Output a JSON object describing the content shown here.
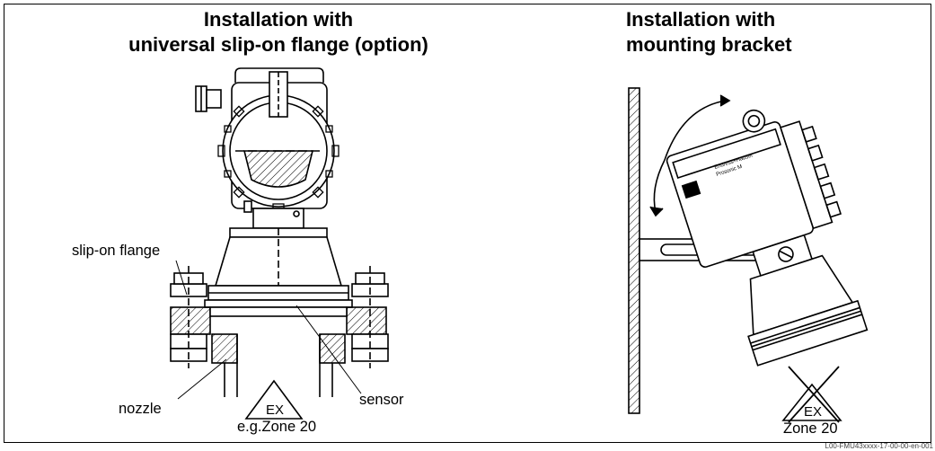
{
  "left": {
    "title_line1": "Installation with",
    "title_line2": "universal slip-on flange (option)",
    "labels": {
      "slip_on_flange": "slip-on flange",
      "nozzle": "nozzle",
      "sensor": "sensor",
      "zone": "e.g.Zone 20"
    },
    "ex_symbol": "EX"
  },
  "right": {
    "title_line1": "Installation with",
    "title_line2": "mounting bracket",
    "zone": "Zone 20",
    "ex_symbol": "EX",
    "device_brand": "Endress+Hauser",
    "device_model": "Prosonic M"
  },
  "reference_code": "L00-FMU43xxxx-17-00-00-en-001",
  "colors": {
    "line": "#000000",
    "hatch": "#000000",
    "background": "#ffffff"
  }
}
